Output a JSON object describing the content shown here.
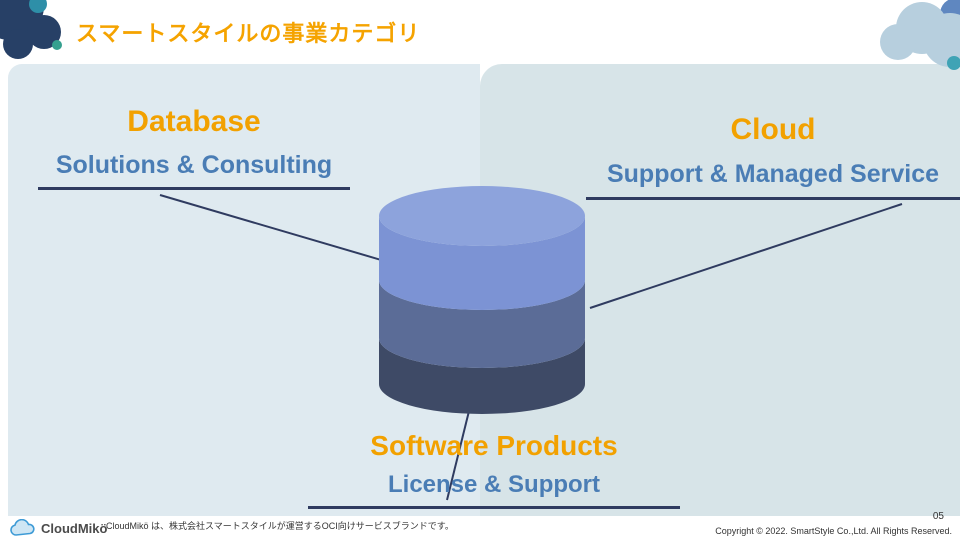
{
  "slide": {
    "title": "スマートスタイルの事業カテゴリ",
    "page_number": "05",
    "copyright": "Copyright © 2022. SmartStyle Co.,Ltd. All Rights Reserved."
  },
  "categories": [
    {
      "title": "Database",
      "subtitle": "Solutions & Consulting"
    },
    {
      "title": "Cloud",
      "subtitle": "Support & Managed Service"
    },
    {
      "title": "Software Products",
      "subtitle": "License & Support"
    }
  ],
  "diagram": {
    "center_icon": "database-cylinder-icon"
  },
  "footer": {
    "logo_text": "CloudMikö",
    "note": "CloudMikö は、株式会社スマートスタイルが運営するOCI向けサービスブランドです。"
  },
  "colors": {
    "accent_orange": "#F2A100",
    "accent_blue": "#4A7DB5",
    "line_navy": "#2F3B60",
    "panel_left": "#DFEAF0",
    "panel_right": "#D7E4E8",
    "cylinder_top_cap": "#8DA3DC",
    "cylinder_top": "#7C93D4",
    "cylinder_middle": "#5B6C97",
    "cylinder_bottom": "#3E4A66"
  }
}
